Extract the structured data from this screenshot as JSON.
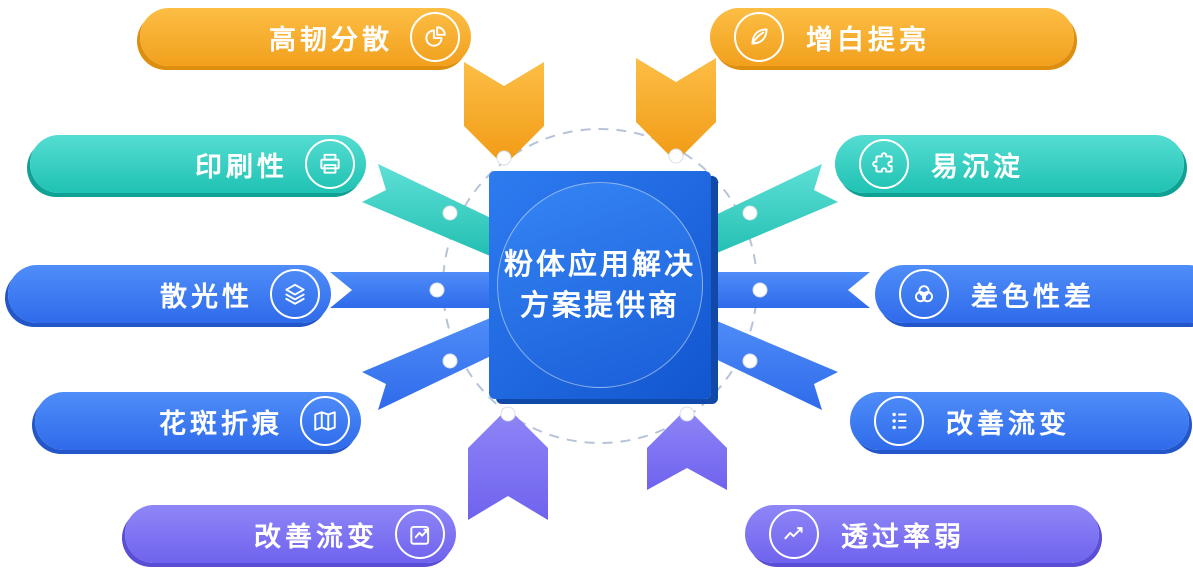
{
  "center": {
    "line1": "粉体应用解决",
    "line2": "方案提供商"
  },
  "pills": {
    "left": [
      {
        "label": "高韧分散",
        "icon": "pie-chart-icon",
        "color": "#F2A01D"
      },
      {
        "label": "印刷性",
        "icon": "printer-icon",
        "color": "#1FC2B3"
      },
      {
        "label": "散光性",
        "icon": "layers-icon",
        "color": "#2F6BEA"
      },
      {
        "label": "花斑折痕",
        "icon": "map-icon",
        "color": "#2F6BEA"
      },
      {
        "label": "改善流变",
        "icon": "chart-up-icon",
        "color": "#6F63EE"
      }
    ],
    "right": [
      {
        "label": "增白提亮",
        "icon": "leaf-icon",
        "color": "#F2A01D"
      },
      {
        "label": "易沉淀",
        "icon": "puzzle-icon",
        "color": "#1FC2B3"
      },
      {
        "label": "差色性差",
        "icon": "color-circles-icon",
        "color": "#2F6BEA"
      },
      {
        "label": "改善流变",
        "icon": "tune-icon",
        "color": "#2F6BEA"
      },
      {
        "label": "透过率弱",
        "icon": "trend-line-icon",
        "color": "#6F63EE"
      }
    ]
  },
  "palette": {
    "orange_from": "#FCBE45",
    "orange_to": "#F2A01D",
    "orange_edge": "#DE8E0E",
    "teal_from": "#55DDD2",
    "teal_to": "#1FC2B3",
    "teal_edge": "#0FA193",
    "blue_from": "#4F8DF9",
    "blue_to": "#2F6BEA",
    "blue_edge": "#2356C8",
    "purple_from": "#8F86F7",
    "purple_to": "#6F63EE",
    "purple_edge": "#5A4ED6",
    "center_from": "#2E7BF0",
    "center_to": "#1256CF",
    "center_edge": "#1149A8",
    "dashed_ring": "#B7C4D8",
    "node_dot": "#FFFFFF"
  }
}
